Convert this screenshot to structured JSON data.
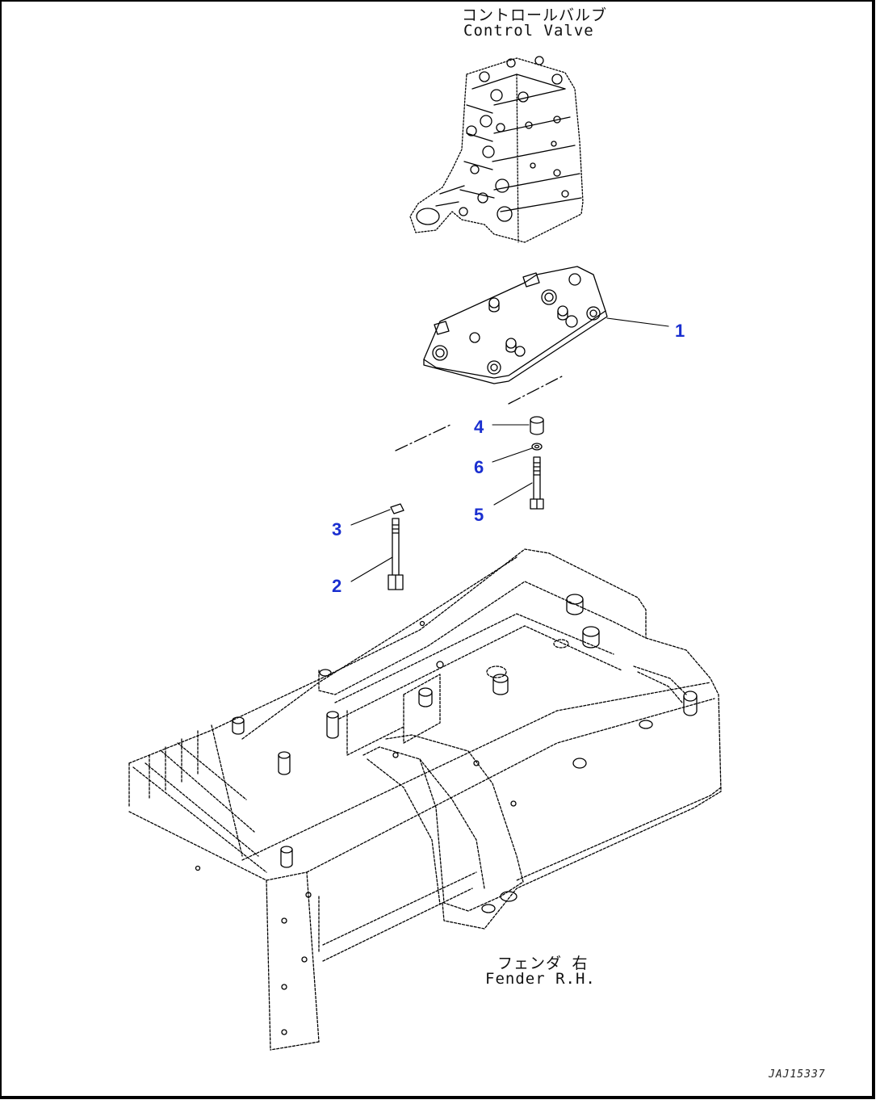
{
  "labels": {
    "control_valve_jp": "コントロールバルブ",
    "control_valve_en": "Control Valve",
    "fender_jp": "フェンダ 右",
    "fender_en": "Fender R.H."
  },
  "callouts": [
    "1",
    "2",
    "3",
    "4",
    "5",
    "6"
  ],
  "drawing_number": "JAJ15337",
  "colors": {
    "callout": "#1a2fd0",
    "line": "#000000"
  }
}
